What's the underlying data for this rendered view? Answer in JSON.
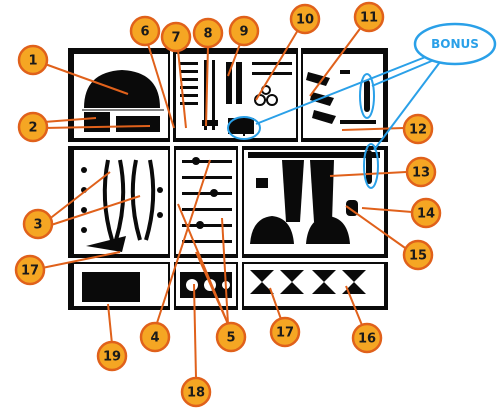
{
  "callouts": {
    "c1": "1",
    "c2": "2",
    "c3": "3",
    "c4": "4",
    "c5": "5",
    "c6": "6",
    "c7": "7",
    "c8": "8",
    "c9": "9",
    "c10": "10",
    "c11": "11",
    "c12": "12",
    "c13": "13",
    "c14": "14",
    "c15": "15",
    "c16": "16",
    "c17a": "17",
    "c17b": "17",
    "c18": "18",
    "c19": "19"
  },
  "bonus_label": "BONUS",
  "colors": {
    "callout_fill": "#f5a623",
    "callout_ring": "#e0611b",
    "callout_text": "#1a1a1a",
    "leader_line": "#e0611b",
    "bonus_blue": "#2aa0e8",
    "sprue_black": "#0a0a0a",
    "sprue_white": "#ffffff"
  }
}
